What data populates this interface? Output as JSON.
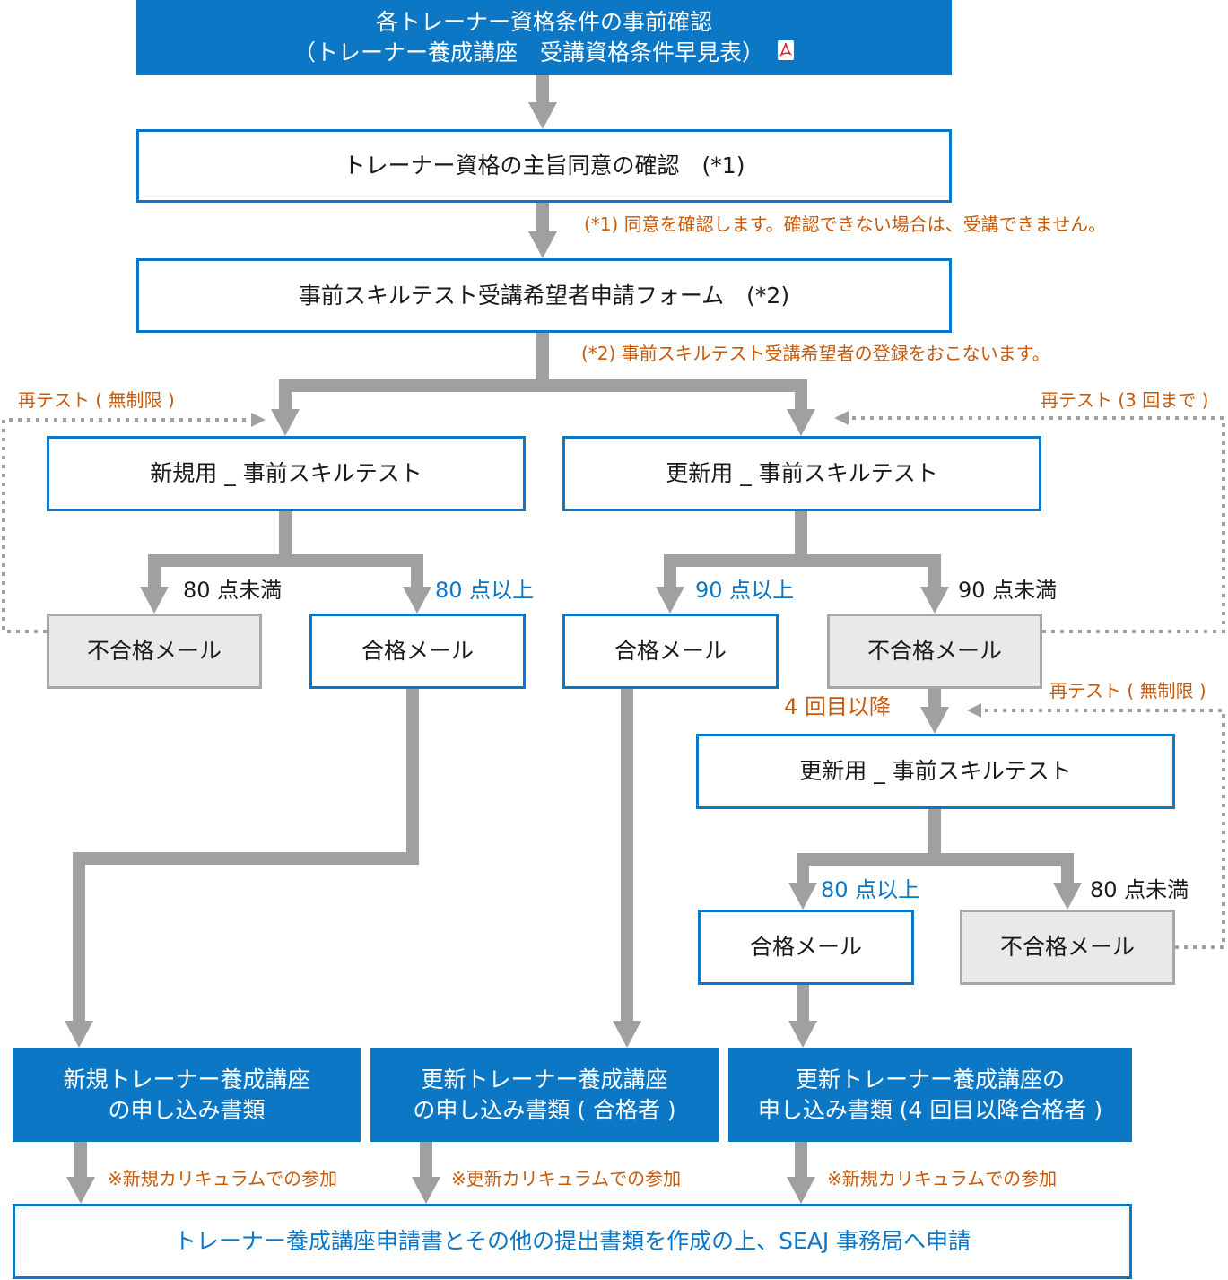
{
  "boxes": {
    "b1_line1": "各トレーナー資格条件の事前確認",
    "b1_line2": "（トレーナー養成講座　受講資格条件早見表）",
    "b1_icon": "pdf-icon",
    "b2": "トレーナー資格の主旨同意の確認　(*1)",
    "b3": "事前スキルテスト受講希望者申請フォーム　(*2)",
    "new_test": "新規用 _ 事前スキルテスト",
    "renew_test": "更新用 _ 事前スキルテスト",
    "fail_mail_1": "不合格メール",
    "pass_mail_1": "合格メール",
    "pass_mail_2": "合格メール",
    "fail_mail_2": "不合格メール",
    "renew_test_2": "更新用 _ 事前スキルテスト",
    "pass_mail_3": "合格メール",
    "fail_mail_3": "不合格メール",
    "doc_new_1": "新規トレーナー養成講座",
    "doc_new_2": "の申し込み書類",
    "doc_renew_1": "更新トレーナー養成講座",
    "doc_renew_2": "の申し込み書類 ( 合格者 )",
    "doc_renew4_1": "更新トレーナー養成講座の",
    "doc_renew4_2": "申し込み書類 (4 回目以降合格者 )",
    "final": "トレーナー養成講座申請書とその他の提出書類を作成の上、SEAJ 事務局へ申請"
  },
  "labels": {
    "note1": "(*1) 同意を確認します。確認できない場合は、受講できません。",
    "note2": "(*2) 事前スキルテスト受講希望者の登録をおこないます。",
    "retest_unlimited_1": "再テスト ( 無制限 )",
    "retest_3": "再テスト (3 回まで )",
    "under80_1": "80 点未満",
    "over80_1": "80 点以上",
    "over90": "90 点以上",
    "under90": "90 点未満",
    "after4": "4 回目以降",
    "retest_unlimited_2": "再テスト ( 無制限 )",
    "over80_2": "80 点以上",
    "under80_2": "80 点未満",
    "note_new_a": "※新規カリキュラムでの参加",
    "note_renew": "※更新カリキュラムでの参加",
    "note_new_b": "※新規カリキュラムでの参加"
  },
  "colors": {
    "accent_blue": "#0b77c5",
    "note_orange": "#c65a0a",
    "arrow_gray": "#a0a0a0",
    "fail_fill": "#e9e9e9"
  }
}
